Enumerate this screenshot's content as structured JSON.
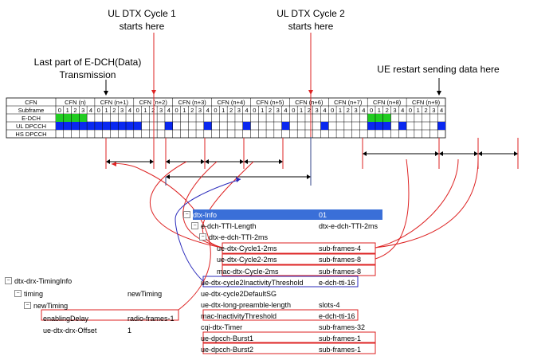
{
  "annotations": {
    "ul_dtx_cycle1": [
      "UL DTX Cycle 1",
      "starts here"
    ],
    "ul_dtx_cycle2": [
      "UL DTX Cycle 2",
      "starts here"
    ],
    "last_part": [
      "Last part of E-DCH(Data)",
      "Transmission"
    ],
    "ue_restart": "UE restart sending data here"
  },
  "timeline": {
    "header": "CFN",
    "rows": [
      "Subframe",
      "E-DCH",
      "UL DPCCH",
      "HS DPCCH"
    ],
    "cfn_labels": [
      "CFN (n)",
      "CFN (n+1)",
      "CFN (n+2)",
      "CFN (n+3)",
      "CFN (n+4)",
      "CFN (n+5)",
      "CFN (n+6)",
      "CFN (n+7)",
      "CFN (n+8)",
      "CFN (n+9)"
    ],
    "subframes": [
      "0",
      "1",
      "2",
      "3",
      "4"
    ],
    "edch_active": [
      0,
      1,
      2,
      3,
      40,
      41,
      42
    ],
    "uldpcch_active": [
      0,
      1,
      2,
      3,
      4,
      5,
      6,
      7,
      8,
      9,
      10,
      14,
      19,
      24,
      29,
      34,
      40,
      41,
      42,
      44,
      49
    ],
    "colors": {
      "edch": "#22cc22",
      "uldpcch": "#0a28f0",
      "grid": "#000000",
      "link": "#dd2222",
      "link2": "#2b2bbb",
      "tree_select": "#3a6fd8"
    }
  },
  "tree_right": {
    "root": {
      "name": "dtx-Info",
      "value": "01"
    },
    "items": [
      {
        "name": "e-dch-TTI-Length",
        "value": "dtx-e-dch-TTI-2ms"
      },
      {
        "name": "dtx-e-dch-TTI-2ms",
        "value": ""
      },
      {
        "name": "ue-dtx-Cycle1-2ms",
        "value": "sub-frames-4"
      },
      {
        "name": "ue-dtx-Cycle2-2ms",
        "value": "sub-frames-8"
      },
      {
        "name": "mac-dtx-Cycle-2ms",
        "value": "sub-frames-8"
      },
      {
        "name": "ue-dtx-cycle2InactivityThreshold",
        "value": "e-dch-tti-16"
      },
      {
        "name": "ue-dtx-cycle2DefaultSG",
        "value": ""
      },
      {
        "name": "ue-dtx-long-preamble-length",
        "value": "slots-4"
      },
      {
        "name": "mac-InactivityThreshold",
        "value": "e-dch-tti-16"
      },
      {
        "name": "cqi-dtx-Timer",
        "value": "sub-frames-32"
      },
      {
        "name": "ue-dpcch-Burst1",
        "value": "sub-frames-1"
      },
      {
        "name": "ue-dpcch-Burst2",
        "value": "sub-frames-1"
      }
    ]
  },
  "tree_left": {
    "root": {
      "name": "dtx-drx-TimingInfo",
      "value": ""
    },
    "items": [
      {
        "name": "timing",
        "value": "newTiming"
      },
      {
        "name": "newTiming",
        "value": ""
      },
      {
        "name": "enablingDelay",
        "value": "radio-frames-1"
      },
      {
        "name": "ue-dtx-drx-Offset",
        "value": "1"
      }
    ]
  }
}
